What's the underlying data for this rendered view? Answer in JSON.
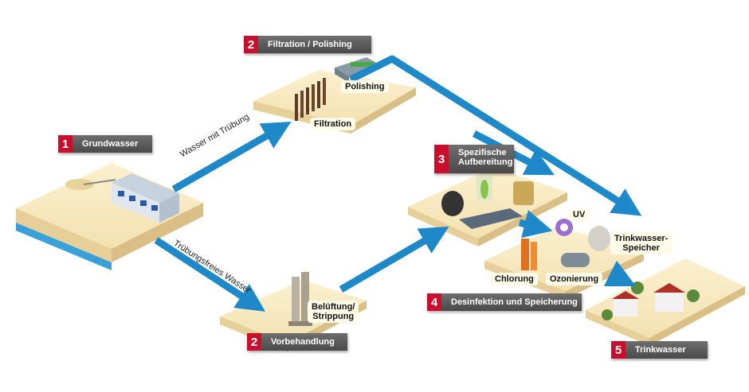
{
  "steps": [
    {
      "num": "1",
      "label": "Grundwasser"
    },
    {
      "num": "2",
      "label": "Filtration / Polishing"
    },
    {
      "num": "2",
      "label": "Vorbehandlung"
    },
    {
      "num": "3",
      "label_line1": "Spezifische",
      "label_line2": "Aufbereitung"
    },
    {
      "num": "4",
      "label": "Desinfektion und Speicherung"
    },
    {
      "num": "5",
      "label": "Trinkwasser"
    }
  ],
  "equipment_labels": {
    "polishing": "Polishing",
    "filtration": "Filtration",
    "belueftung_line1": "Belüftung/",
    "belueftung_line2": "Strippung",
    "uv": "UV",
    "speicher_line1": "Trinkwasser-",
    "speicher_line2": "Speicher",
    "chlorung": "Chlorung",
    "ozonierung": "Ozonierung"
  },
  "flows": {
    "upper": "Wasser mit Trübung",
    "lower": "Trübungsfreies Wasser"
  },
  "colors": {
    "pipe": "#1e88c8",
    "pad": "#f6e7bd",
    "step_bg": "#5a5a5a",
    "step_num": "#c8102e"
  }
}
